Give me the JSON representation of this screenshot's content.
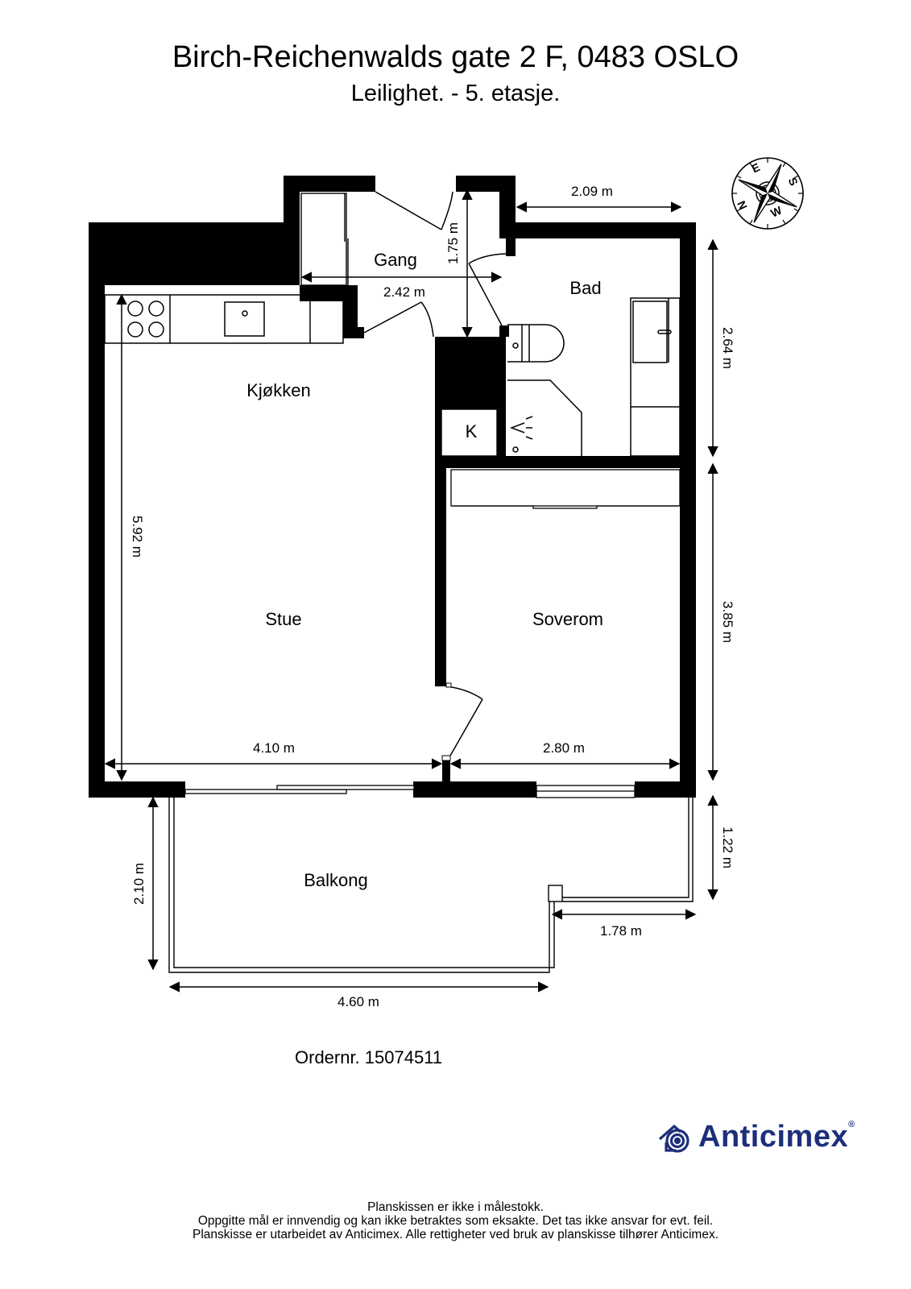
{
  "header": {
    "address": "Birch-Reichenwalds gate 2 F, 0483 OSLO",
    "subtitle": "Leilighet.  - 5. etasje."
  },
  "compass": {
    "icon": "compass-rose-icon",
    "labels": {
      "E": "E",
      "S": "S",
      "N": "N",
      "W": "W"
    }
  },
  "rooms": {
    "gang": "Gang",
    "bad": "Bad",
    "kjokken": "Kjøkken",
    "stue": "Stue",
    "soverom": "Soverom",
    "balkong": "Balkong",
    "k": "K"
  },
  "dimensions": {
    "bad_width": "2.09 m",
    "gang_height": "1.75 m",
    "gang_width": "2.42 m",
    "bad_height": "2.64 m",
    "stue_height": "5.92 m",
    "soverom_height": "3.85 m",
    "stue_width": "4.10 m",
    "soverom_width": "2.80 m",
    "balkong_right_height": "1.22 m",
    "balkong_height": "2.10 m",
    "balkong_right_width": "1.78 m",
    "balkong_width": "4.60 m"
  },
  "order": {
    "label": "Ordernr. 15074511"
  },
  "brand": {
    "name": "Anticimex",
    "reg": "®",
    "color": "#1d2f7a"
  },
  "footer": {
    "line1": "Planskissen er ikke i målestokk.",
    "line2": "Oppgitte mål er innvendig og kan ikke betraktes som eksakte. Det tas ikke ansvar for evt. feil.",
    "line3": "Planskisse er utarbeidet av Anticimex. Alle rettigheter ved bruk av planskisse tilhører Anticimex."
  }
}
